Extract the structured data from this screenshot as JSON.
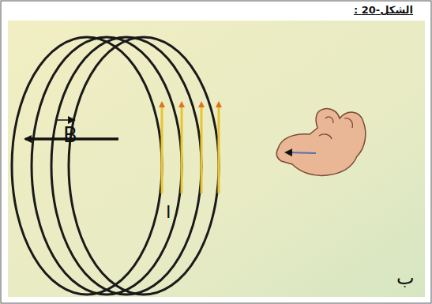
{
  "diagram": {
    "labels": [
      "الشكل-20 :",
      "B",
      "I",
      "ب"
    ]
  }
}
